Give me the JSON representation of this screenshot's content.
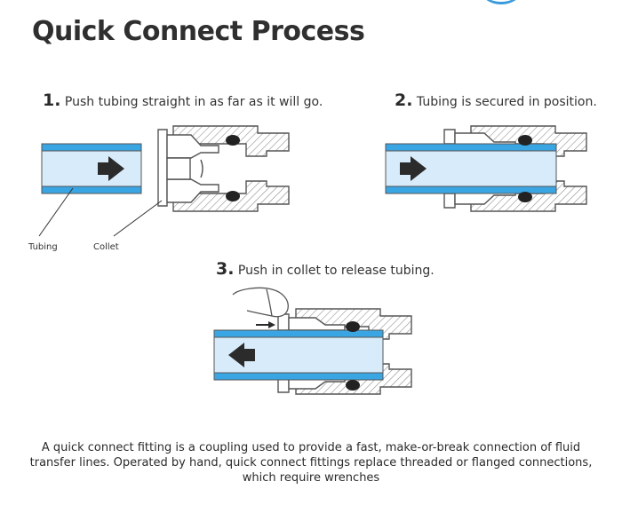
{
  "title": "Quick Connect Process",
  "steps": [
    {
      "number": "1.",
      "text": "Push tubing straight in as far as it will go."
    },
    {
      "number": "2.",
      "text": "Tubing is secured in position."
    },
    {
      "number": "3.",
      "text": "Push in collet to release tubing."
    }
  ],
  "labels": {
    "tubing": "Tubing",
    "collet": "Collet"
  },
  "description": "A quick connect fitting is a coupling used to provide a fast, make-or-break connection of fluid transfer lines. Operated by hand, quick connect fittings replace threaded or flanged connections, which require wrenches",
  "colors": {
    "tube_fill": "#d7ebfa",
    "tube_wall": "#3aa5e3",
    "outline": "#555555",
    "seal": "#222222"
  },
  "icons": [
    "arrow-right-icon",
    "arrow-left-icon",
    "finger-icon",
    "seal-ring-icon"
  ]
}
